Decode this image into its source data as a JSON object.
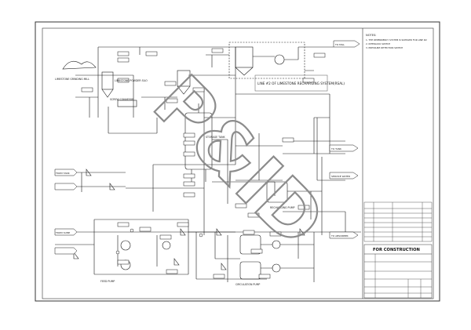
{
  "drawing": {
    "line_title": "LINE #2 OF LIMESTONE RECHARGING SYSTEM(RSAL)",
    "stamp": "FOR CONSTRUCTION",
    "watermark": "P&ID",
    "notes_title": "NOTES:",
    "notes": [
      "1. THE DEPENDENCY SYSTEM IS SUPPLIED FOR LINE #2",
      "2. INTERLOCK SWITCH",
      "3. PRESSURE DETECTION SWITCH"
    ],
    "equipment_labels": [
      "LIMESTONE   GRINDING MILL",
      "LIMESTONE POWDER SILO",
      "SCREW CONVEYOR",
      "STORAGE TANK",
      "FEED PUMP",
      "CIRCULATION PUMP",
      "RECHARGING PUMP"
    ],
    "offpage_labels": [
      "TO MILL",
      "TO TANK",
      "SERVICE WATER",
      "FROM TANK",
      "TO ABSORBER",
      "FROM SUMP"
    ]
  },
  "colors": {
    "ink": "#1a1a1a",
    "paper": "#ffffff",
    "border": "#333333",
    "watermark": "#8c8c8c"
  }
}
